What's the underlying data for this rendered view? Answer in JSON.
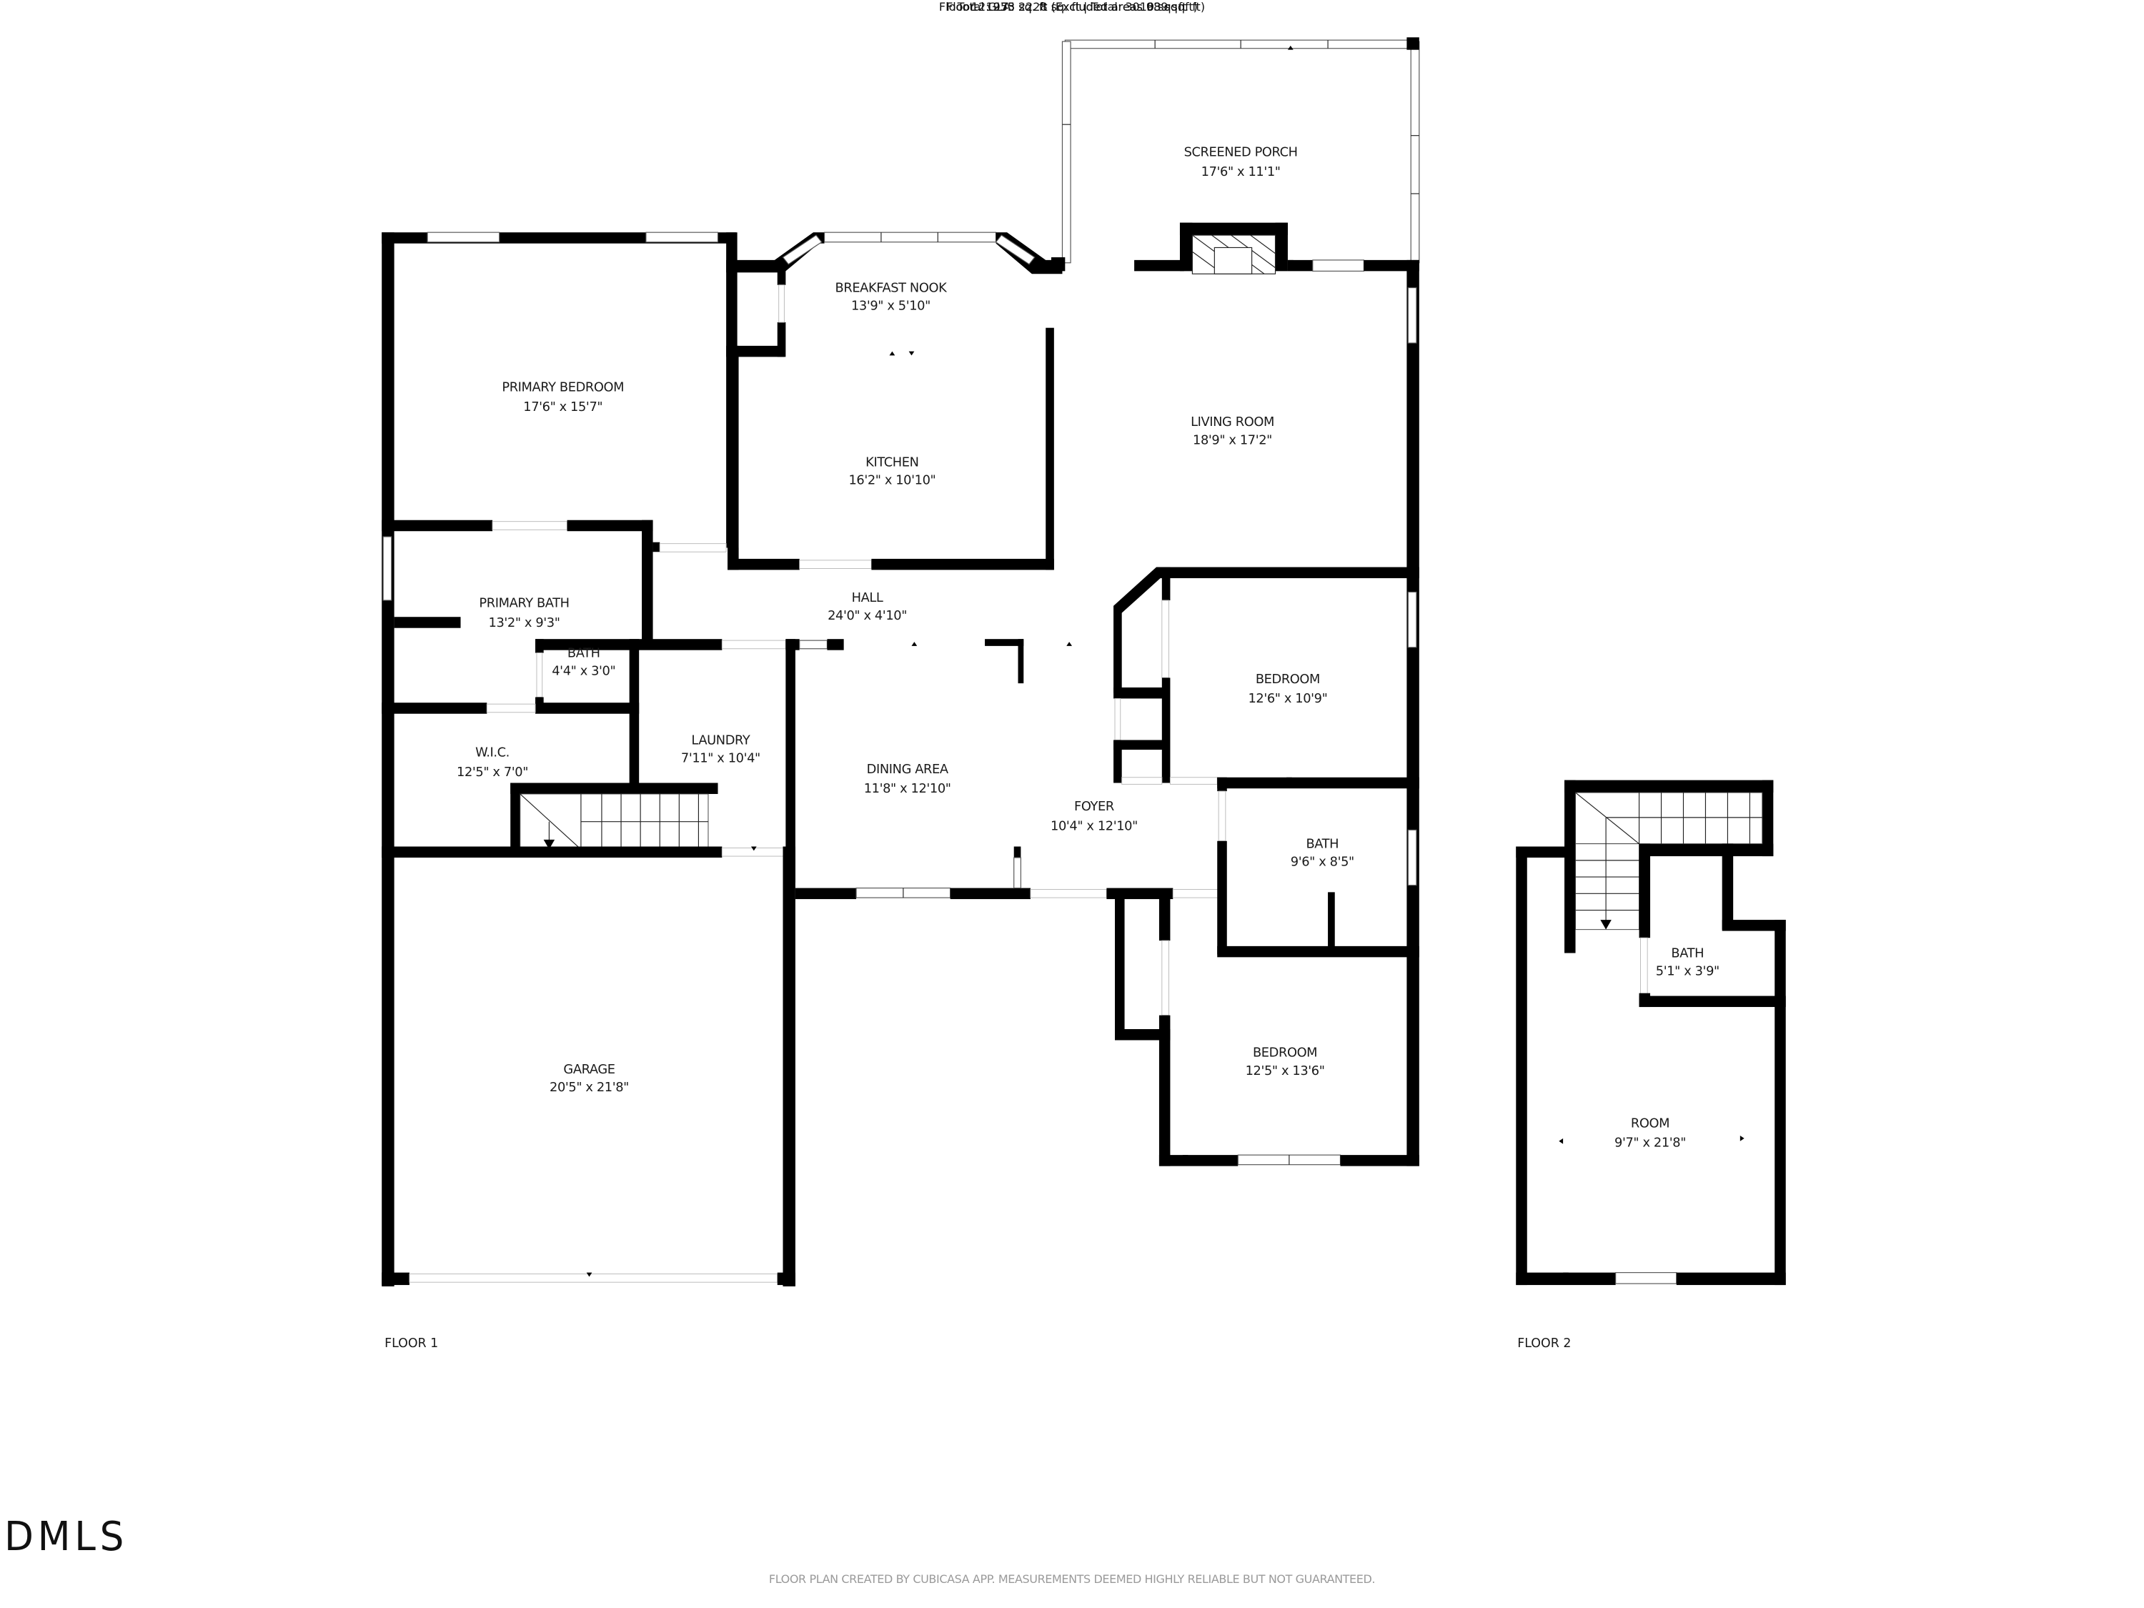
{
  "floor_plan": {
    "floors": [
      {
        "label": "FLOOR 1",
        "rooms": [
          {
            "name": "SCREENED PORCH",
            "dims": "17'6\" x 11'1\""
          },
          {
            "name": "BREAKFAST NOOK",
            "dims": "13'9\" x 5'10\""
          },
          {
            "name": "PRIMARY BEDROOM",
            "dims": "17'6\" x 15'7\""
          },
          {
            "name": "KITCHEN",
            "dims": "16'2\" x 10'10\""
          },
          {
            "name": "LIVING ROOM",
            "dims": "18'9\" x 17'2\""
          },
          {
            "name": "PRIMARY BATH",
            "dims": "13'2\" x 9'3\""
          },
          {
            "name": "HALL",
            "dims": "24'0\" x 4'10\""
          },
          {
            "name": "BATH",
            "dims": "4'4\" x 3'0\""
          },
          {
            "name": "BEDROOM",
            "dims": "12'6\" x 10'9\""
          },
          {
            "name": "W.I.C.",
            "dims": "12'5\" x 7'0\""
          },
          {
            "name": "LAUNDRY",
            "dims": "7'11\" x 10'4\""
          },
          {
            "name": "DINING AREA",
            "dims": "11'8\" x 12'10\""
          },
          {
            "name": "FOYER",
            "dims": "10'4\" x 12'10\""
          },
          {
            "name": "BATH",
            "dims": "9'6\" x 8'5\""
          },
          {
            "name": "GARAGE",
            "dims": "20'5\" x 21'8\""
          },
          {
            "name": "BEDROOM",
            "dims": "12'5\" x 13'6\""
          }
        ]
      },
      {
        "label": "FLOOR 2",
        "rooms": [
          {
            "name": "BATH",
            "dims": "5'1\" x 3'9\""
          },
          {
            "name": "ROOM",
            "dims": "9'7\" x 21'8\""
          }
        ]
      }
    ]
  },
  "summary": {
    "total": "Total GLA: 2228 sq. ft | Total: 3010 sq. ft",
    "floor1": "Floor 1: 1975 sq. ft (Excluded areas 689 sq. ft)",
    "floor2": "Floor 2: 253 sq. ft (Excluded areas 93 sq. ft)"
  },
  "disclaimer": "FLOOR PLAN CREATED BY CUBICASA APP. MEASUREMENTS DEEMED HIGHLY RELIABLE BUT NOT GUARANTEED.",
  "watermark": "DMLS"
}
